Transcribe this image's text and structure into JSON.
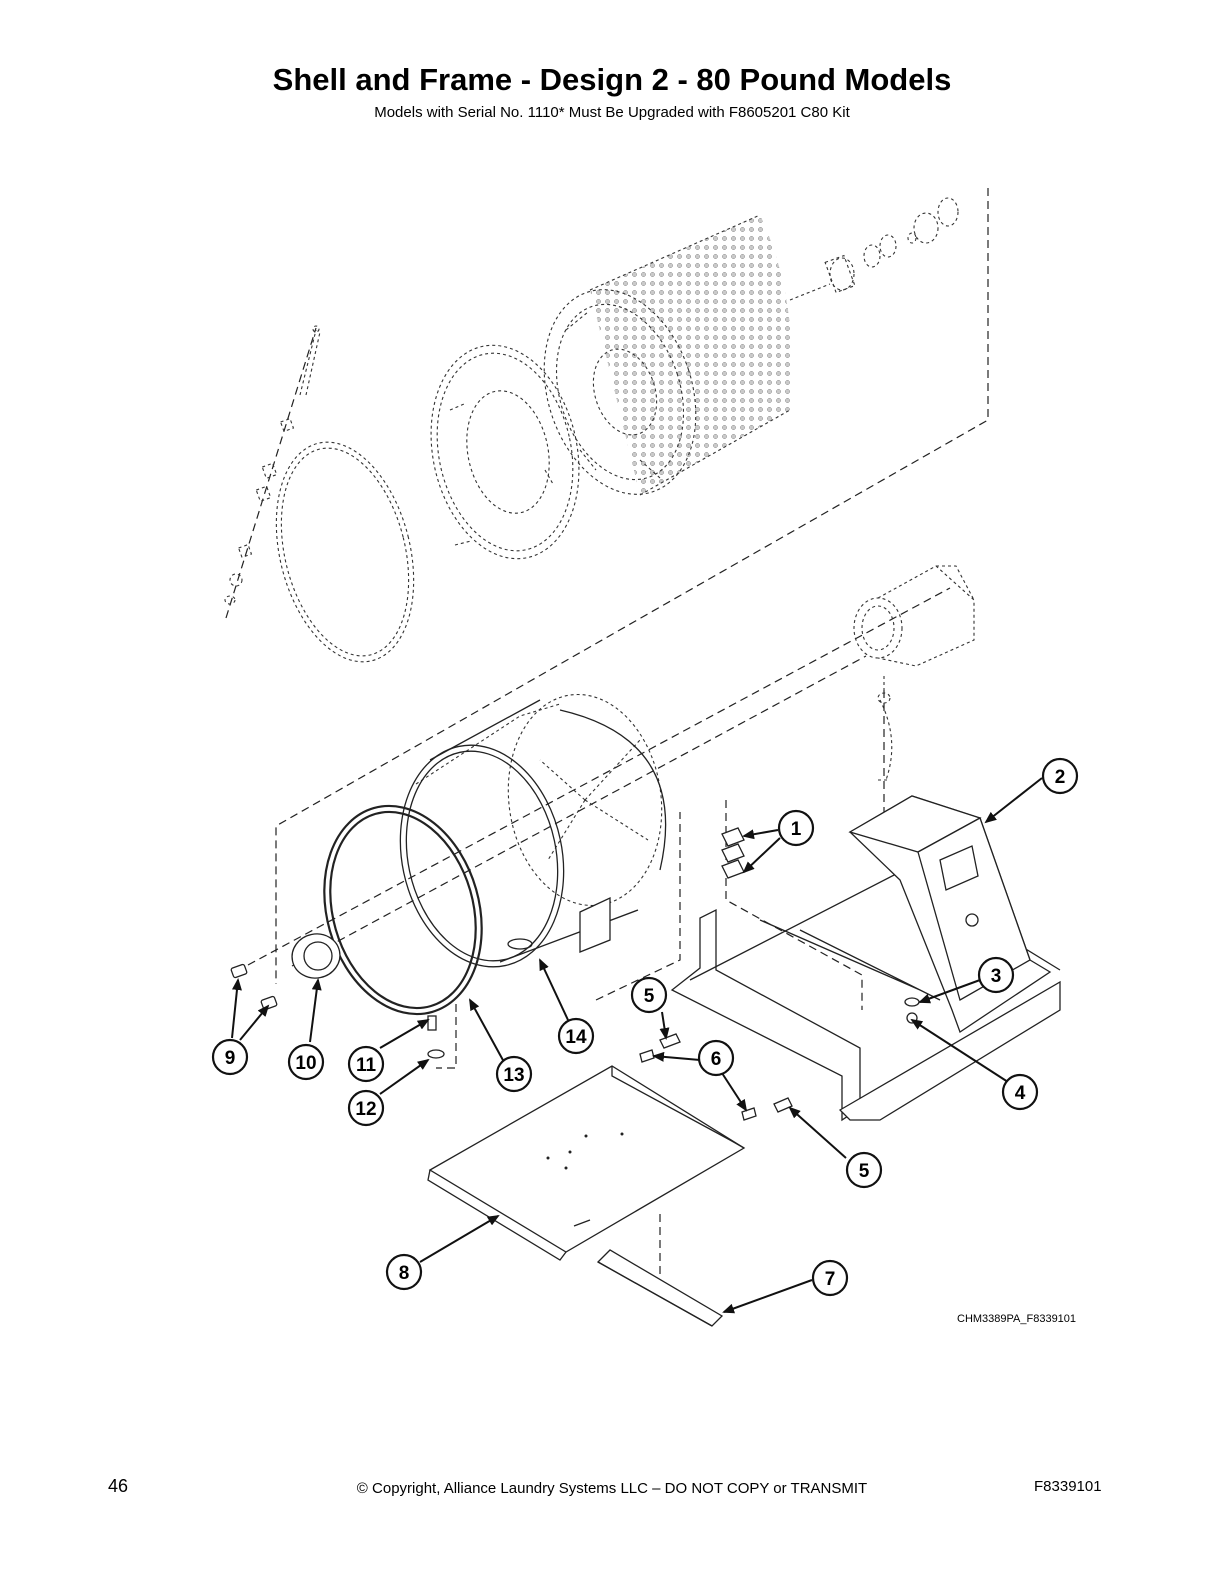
{
  "header": {
    "title": "Shell and Frame - Design 2 - 80 Pound Models",
    "subtitle": "Models with Serial No. 1110* Must Be Upgraded with F8605201 C80 Kit"
  },
  "figure": {
    "code": "CHM3389PA_F8339101",
    "callouts": [
      {
        "id": "c1",
        "label": "1"
      },
      {
        "id": "c2",
        "label": "2"
      },
      {
        "id": "c3",
        "label": "3"
      },
      {
        "id": "c4",
        "label": "4"
      },
      {
        "id": "c5a",
        "label": "5"
      },
      {
        "id": "c5b",
        "label": "5"
      },
      {
        "id": "c6",
        "label": "6"
      },
      {
        "id": "c7",
        "label": "7"
      },
      {
        "id": "c8",
        "label": "8"
      },
      {
        "id": "c9",
        "label": "9"
      },
      {
        "id": "c10",
        "label": "10"
      },
      {
        "id": "c11",
        "label": "11"
      },
      {
        "id": "c12",
        "label": "12"
      },
      {
        "id": "c13",
        "label": "13"
      },
      {
        "id": "c14",
        "label": "14"
      }
    ]
  },
  "footer": {
    "page_number": "46",
    "copyright": "© Copyright, Alliance Laundry Systems LLC – DO NOT COPY or TRANSMIT",
    "doc_number": "F8339101"
  }
}
